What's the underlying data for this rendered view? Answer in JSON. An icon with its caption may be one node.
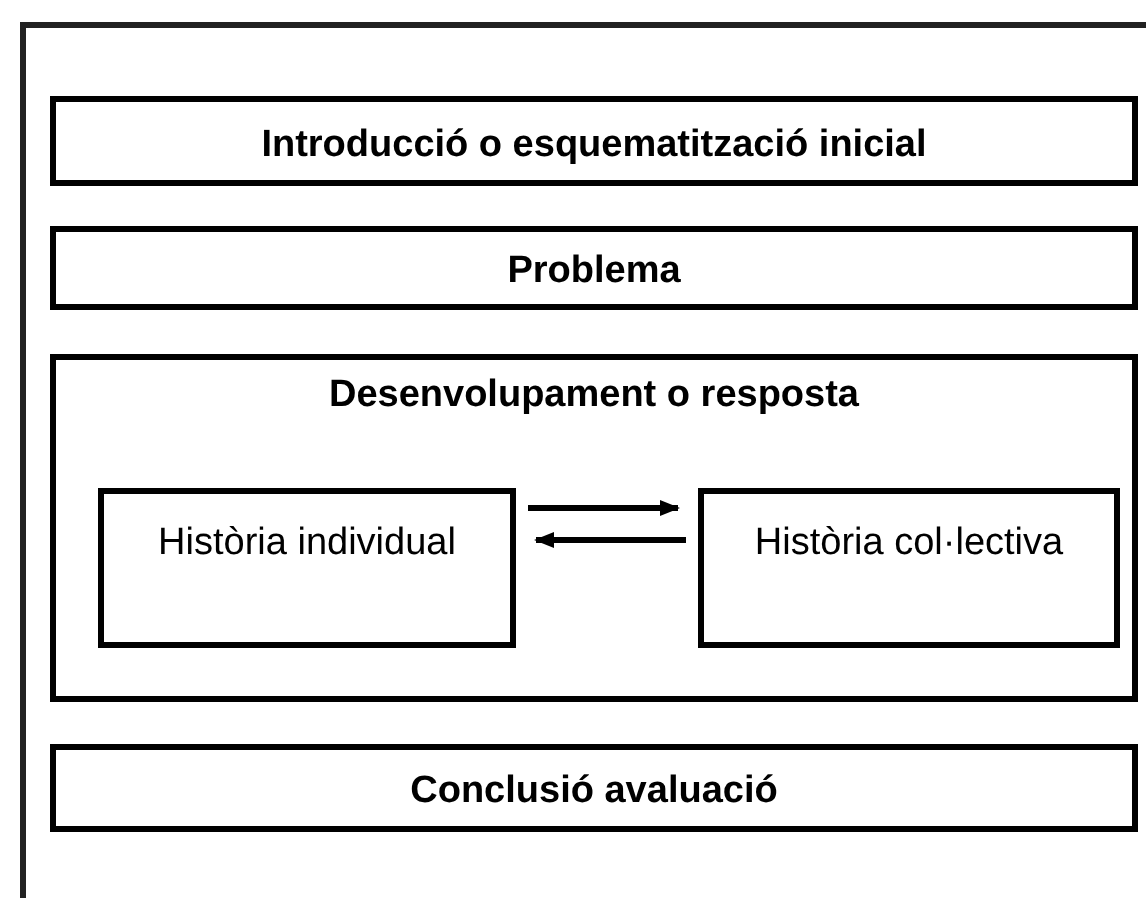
{
  "diagram": {
    "nodes": [
      {
        "text": [
          "Introducció o  esquematització inicial"
        ]
      },
      {
        "text": [
          "Problema"
        ]
      },
      {
        "text": [
          "Desenvolupament o resposta"
        ]
      },
      {
        "text": [
          "Història individual"
        ],
        "in": 2
      },
      {
        "text": [
          "Història col·lectiva"
        ],
        "in": 2
      },
      {
        "text": [
          "Conclusió avaluació"
        ]
      }
    ],
    "edges": [
      {
        "from": 3,
        "to": 4,
        "arrow": "to"
      },
      {
        "from": 4,
        "to": 3,
        "arrow": "to"
      }
    ]
  }
}
